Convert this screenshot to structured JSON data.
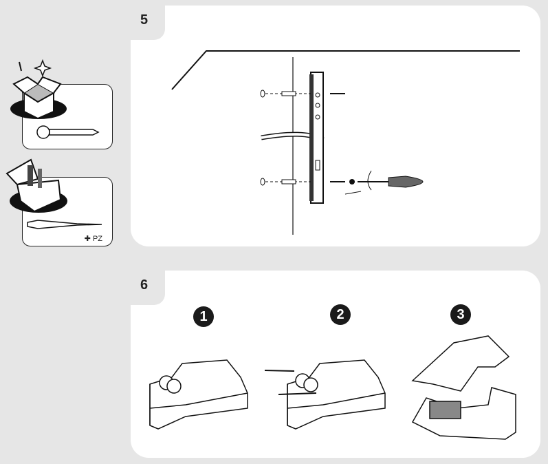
{
  "steps": [
    {
      "number": "5"
    },
    {
      "number": "6",
      "substeps": [
        "1",
        "2",
        "3"
      ]
    }
  ],
  "sidebar": {
    "contents_card": {
      "icon": "box-with-screw"
    },
    "tools_card": {
      "icon": "toolbox-with-screwdriver",
      "bit_label": "PZ"
    }
  }
}
